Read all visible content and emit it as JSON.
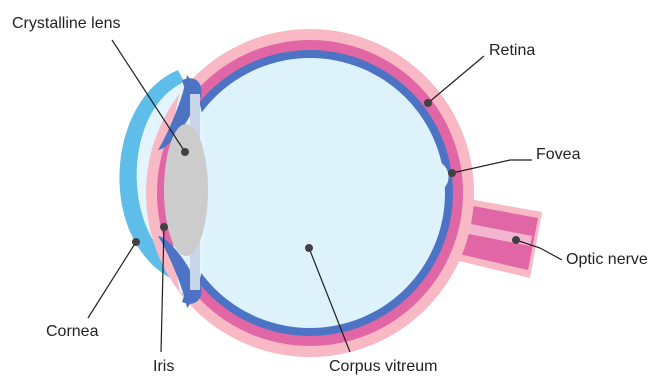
{
  "labels": {
    "crystalline_lens": "Crystalline lens",
    "retina": "Retina",
    "fovea": "Fovea",
    "optic_nerve": "Optic nerve",
    "cornea": "Cornea",
    "iris": "Iris",
    "corpus_vitreum": "Corpus vitreum"
  },
  "colors": {
    "sclera": "#f9b9c4",
    "choroid": "#e066a6",
    "retina_layer": "#4d74c4",
    "vitreous": "#def2fc",
    "cornea": "#5fbde9",
    "aqueous": "#e4f4fc",
    "lens": "#cccccc",
    "iris": "#4d74c4",
    "optic_nerve": "#e066a6",
    "optic_nerve_core": "#f4b6cf",
    "leader_line": "#231f20",
    "marker_dot": "#414042"
  }
}
